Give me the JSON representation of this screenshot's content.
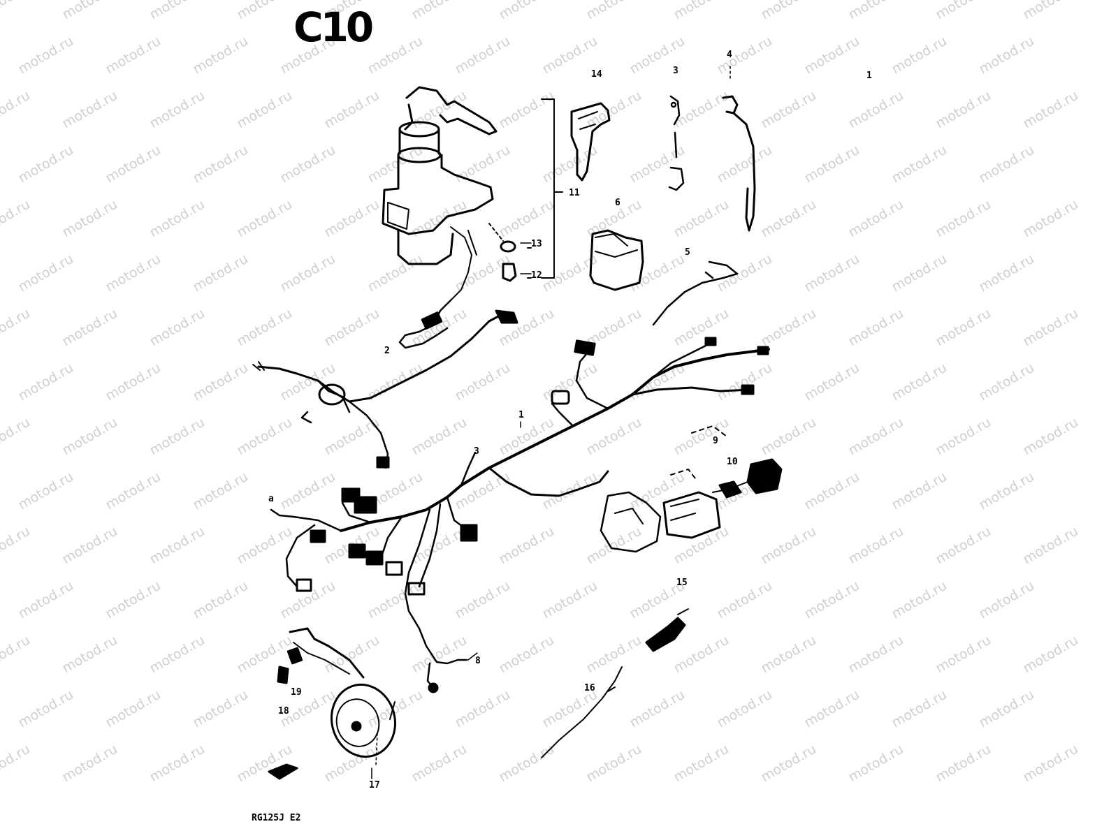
{
  "diagram": {
    "title": "C10",
    "model_code": "RG125J E2",
    "watermark": "motod.ru",
    "callouts": {
      "c1": "1",
      "c1b": "1",
      "c2": "2",
      "c3": "3",
      "c3b": "3",
      "c4": "4",
      "c5": "5",
      "c6": "6",
      "c8": "8",
      "c9": "9",
      "c10": "10",
      "c11": "11",
      "c12": "12",
      "c13": "13",
      "c14": "14",
      "c15": "15",
      "c16": "16",
      "c17": "17",
      "c18": "18",
      "c19": "19",
      "ca": "a"
    }
  }
}
